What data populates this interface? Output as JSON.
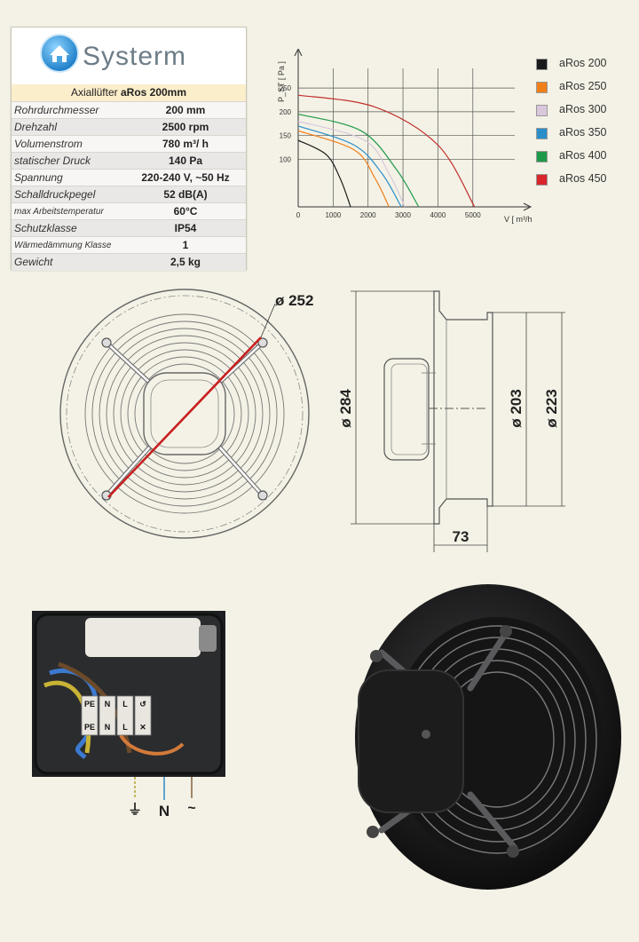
{
  "brand": {
    "name": "Systerm"
  },
  "spec_table": {
    "title_prefix": "Axiallüfter ",
    "title_model": "aRos 200mm",
    "rows": [
      {
        "label": "Rohrdurchmesser",
        "value": "200 mm"
      },
      {
        "label": "Drehzahl",
        "value": "2500 rpm"
      },
      {
        "label": "Volumenstrom",
        "value": "780 m³/ h"
      },
      {
        "label": "statischer Druck",
        "value": "140 Pa"
      },
      {
        "label": "Spannung",
        "value": "220-240 V, ~50 Hz"
      },
      {
        "label": "Schalldruckpegel",
        "value": "52 dB(A)"
      },
      {
        "label": "max Arbeitstemperatur",
        "value": "60°C"
      },
      {
        "label": "Schutzklasse",
        "value": "IP54"
      },
      {
        "label": "Wärmedämmung Klasse",
        "value": "1"
      },
      {
        "label": "Gewicht",
        "value": "2,5 kg"
      }
    ]
  },
  "chart_data": {
    "type": "line",
    "ylabel": "P_ST [ Pa ]",
    "xlabel": "V [ m³/h ]",
    "x_ticks": [
      "0",
      "1000",
      "2000",
      "3000",
      "4000",
      "5000"
    ],
    "y_ticks": [
      "100",
      "150",
      "200",
      "250"
    ],
    "xlim": [
      0,
      6200
    ],
    "ylim": [
      0,
      310
    ],
    "grid": true,
    "legend_position": "right",
    "series": [
      {
        "name": "aRos  200",
        "color": "#1a1a1a",
        "x": [
          0,
          800,
          1200,
          1500
        ],
        "y": [
          140,
          110,
          60,
          0
        ]
      },
      {
        "name": "aRos  250",
        "color": "#f07f1a",
        "x": [
          0,
          1600,
          2200,
          2600
        ],
        "y": [
          160,
          120,
          60,
          0
        ]
      },
      {
        "name": "aRos  300",
        "color": "#d9c7dc",
        "x": [
          0,
          1900,
          2600,
          3050
        ],
        "y": [
          180,
          140,
          70,
          0
        ]
      },
      {
        "name": "aRos  350",
        "color": "#2a8fc9",
        "x": [
          0,
          1600,
          2400,
          2950
        ],
        "y": [
          170,
          130,
          70,
          0
        ]
      },
      {
        "name": "aRos  400",
        "color": "#1e9a4a",
        "x": [
          0,
          1800,
          2800,
          3450
        ],
        "y": [
          195,
          160,
          80,
          0
        ]
      },
      {
        "name": "aRos  450",
        "color": "#c0302c",
        "x": [
          0,
          2200,
          4000,
          5050
        ],
        "y": [
          235,
          210,
          130,
          0
        ]
      }
    ]
  },
  "drawing": {
    "front_diameter": "ø 252",
    "side_height": "ø 284",
    "side_inner": "ø 203",
    "side_outer": "ø 223",
    "side_depth": "73"
  },
  "wiring": {
    "terminals_top": [
      "PE",
      "N",
      "L",
      "↺"
    ],
    "terminals_bottom": [
      "PE",
      "N",
      "L",
      "✕"
    ],
    "symbols": [
      "⏚",
      "N",
      "~"
    ]
  },
  "colors": {
    "background": "#f4f2e6",
    "header_fill": "#fbeecb",
    "red_line": "#c8201f"
  }
}
